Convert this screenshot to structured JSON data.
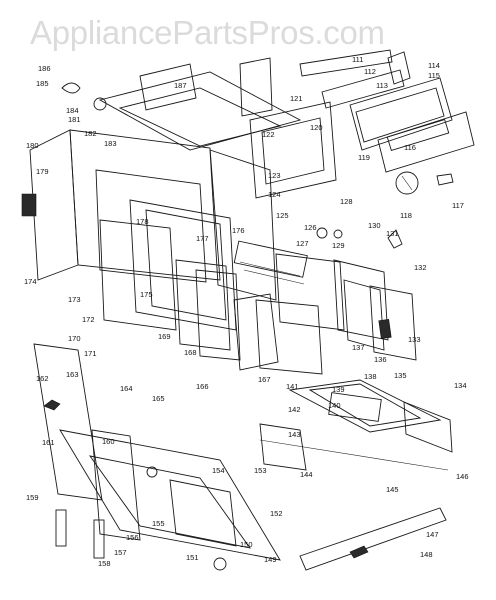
{
  "watermark": "AppliancePartsPros.com",
  "colors": {
    "ink": "#1a1a1a",
    "watermark": "#bebebe",
    "background": "#ffffff"
  },
  "part_labels": [
    "111",
    "112",
    "113",
    "114",
    "115",
    "116",
    "117",
    "118",
    "119",
    "120",
    "121",
    "122",
    "123",
    "124",
    "125",
    "126",
    "127",
    "128",
    "129",
    "130",
    "131",
    "132",
    "133",
    "134",
    "135",
    "136",
    "137",
    "138",
    "139",
    "140",
    "141",
    "142",
    "143",
    "144",
    "145",
    "146",
    "147",
    "148",
    "149",
    "150",
    "151",
    "152",
    "153",
    "154",
    "155",
    "156",
    "157",
    "158",
    "159",
    "160",
    "161",
    "162",
    "163",
    "164",
    "165",
    "166",
    "167",
    "168",
    "169",
    "170",
    "171",
    "172",
    "173",
    "174",
    "175",
    "176",
    "177",
    "178",
    "179",
    "180",
    "181",
    "182",
    "183",
    "184",
    "185",
    "186",
    "187"
  ]
}
